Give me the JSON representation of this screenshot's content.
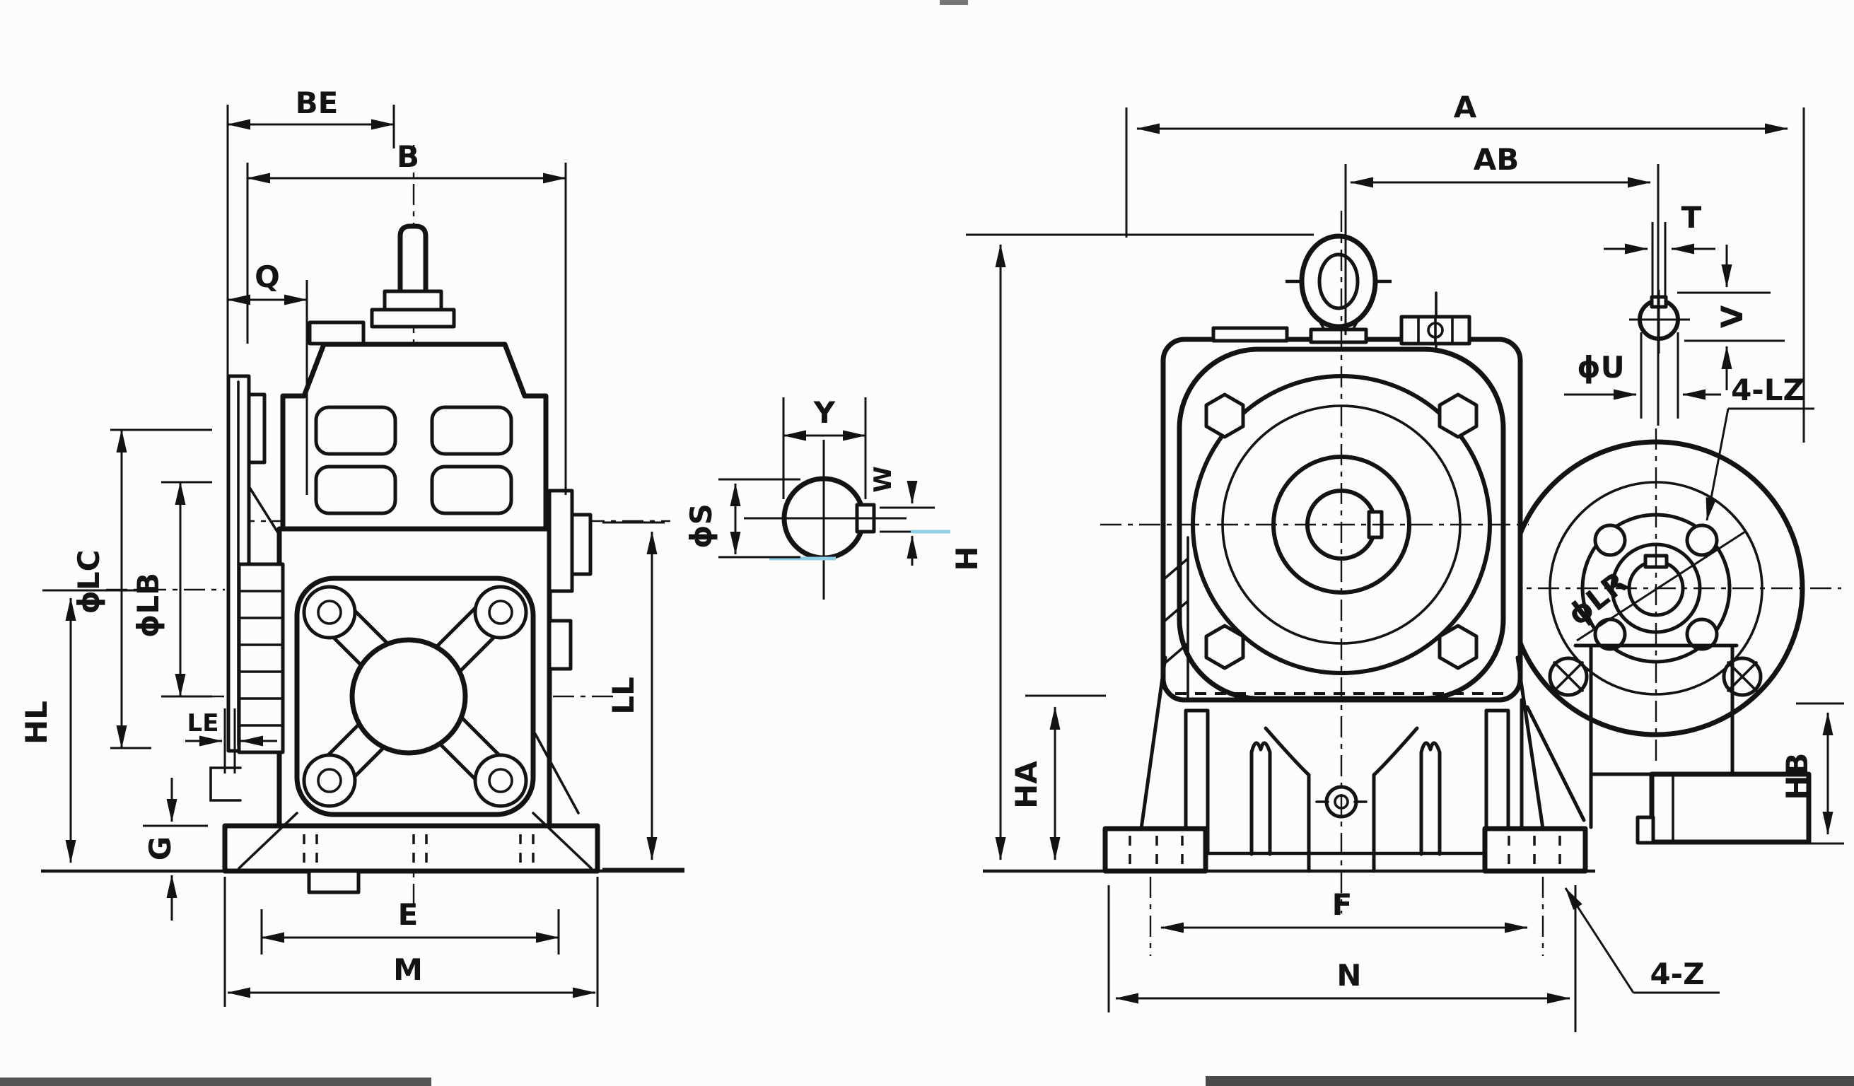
{
  "figure": {
    "kind": "technical-dimension-drawing",
    "subject": "worm gear reducer outline drawing: side view, input shaft key section detail, front view",
    "background_color": "#fcfcfa",
    "ink_color": "#131313",
    "accent_color": "#8fcfe6"
  },
  "labels": {
    "side": {
      "be": "BE",
      "b": "B",
      "q": "Q",
      "lc": "ϕLC",
      "lb": "ϕLB",
      "hl": "HL",
      "le": "LE",
      "g": "G",
      "e": "E",
      "m": "M",
      "ll": "LL"
    },
    "detail": {
      "y": "Y",
      "s": "ϕS",
      "w": "W"
    },
    "front": {
      "a": "A",
      "ab": "AB",
      "t": "T",
      "v": "V",
      "u": "ϕU",
      "lz": "4-LZ",
      "h": "H",
      "ha": "HA",
      "hb": "HB",
      "f": "F",
      "n": "N",
      "z": "4-Z",
      "lr": "ϕLR"
    }
  }
}
